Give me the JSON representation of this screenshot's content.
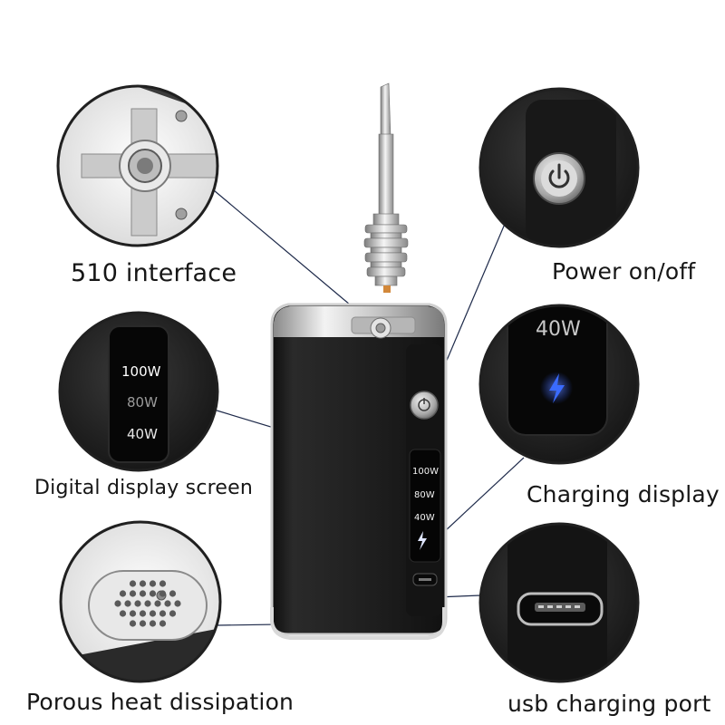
{
  "labels": {
    "interface_510": "510 interface",
    "power": "Power on/off",
    "display": "Digital display screen",
    "charging": "Charging display",
    "porous": "Porous heat dissipation",
    "usb": "usb charging port"
  },
  "display_zoom": {
    "levels": [
      "100W",
      "80W",
      "40W"
    ]
  },
  "charging_zoom": {
    "level": "40W"
  },
  "device_screen": {
    "levels": [
      "100W",
      "80W",
      "40W"
    ]
  },
  "colors": {
    "body": "#1b1b1b",
    "metal": "#d8d8d8",
    "charge_icon": "#2f5bff",
    "text": "#161616"
  },
  "icons": {
    "power": "power-icon",
    "charge": "lightning-bolt-icon"
  }
}
